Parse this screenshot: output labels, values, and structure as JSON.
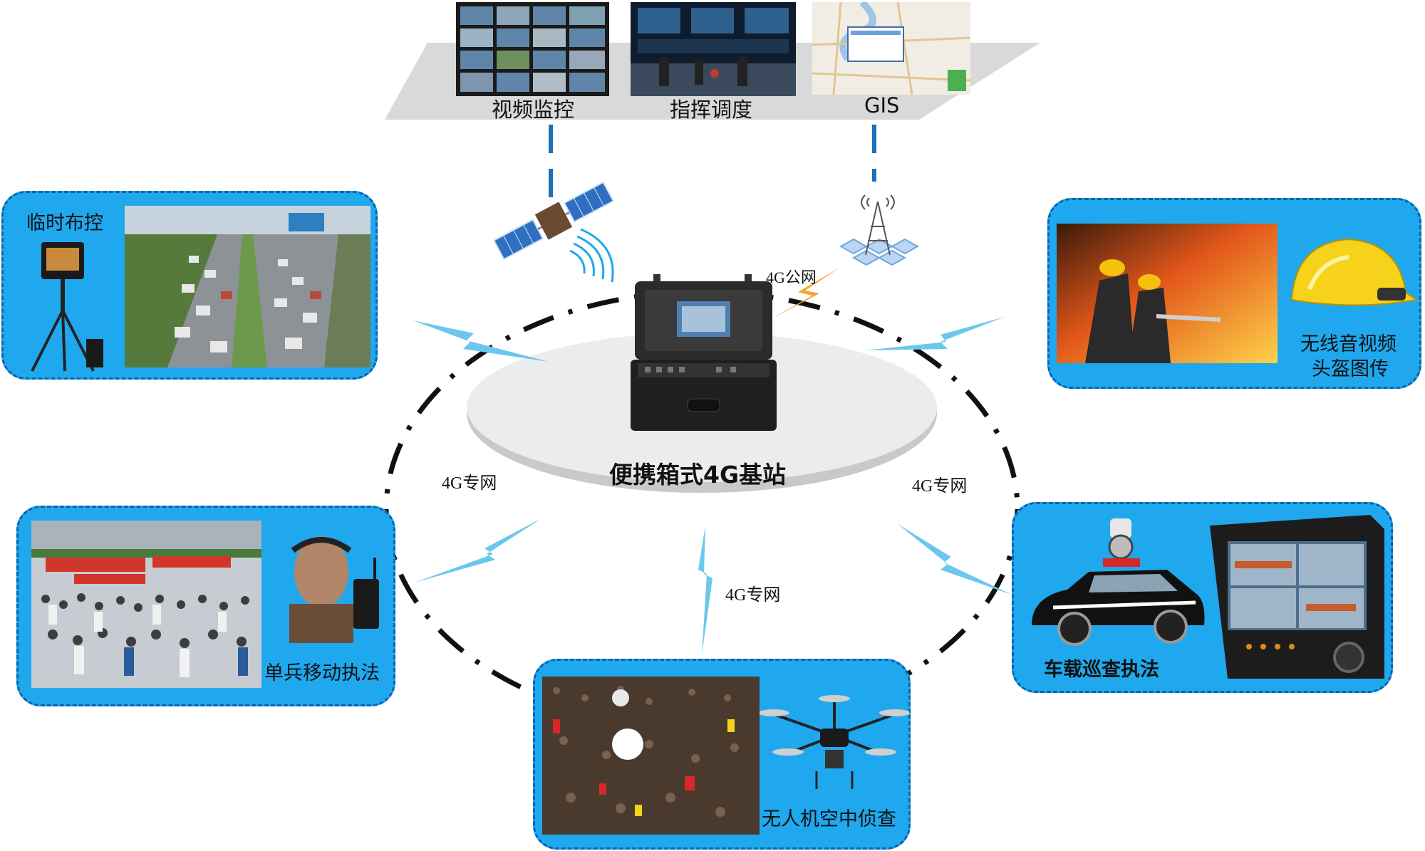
{
  "colors": {
    "panel_fill": "#1fa8ee",
    "panel_border": "#0a64b0",
    "platform_fill": "#d9d9d9",
    "link_blue": "#1e6fb8",
    "wireless_wave": "#6cc7ec",
    "public_bolt": "#f5a623",
    "text": "#111111"
  },
  "command_center": {
    "screens": [
      {
        "label": "视频监控",
        "icon": "video-wall-icon"
      },
      {
        "label": "指挥调度",
        "icon": "control-room-icon"
      },
      {
        "label": "GIS",
        "icon": "map-icon"
      }
    ]
  },
  "center": {
    "title": "便携箱式4G基站",
    "device_icon": "portable-base-station-icon",
    "satellite_icon": "satellite-icon",
    "tower_icon": "cell-tower-icon",
    "public_link_label": "4G公网"
  },
  "network_labels": {
    "left": "4G专网",
    "right": "4G专网",
    "bottom": "4G专网"
  },
  "units": {
    "temporary_control": {
      "label": "临时布控",
      "icons": [
        "tripod-camera-icon",
        "traffic-photo-icon"
      ]
    },
    "helmet_video": {
      "label_line1": "无线音视频",
      "label_line2": "头盔图传",
      "icons": [
        "firefighters-photo-icon",
        "helmet-icon"
      ]
    },
    "single_soldier": {
      "label": "单兵移动执法",
      "icons": [
        "crowd-photo-icon",
        "headset-camera-icon"
      ]
    },
    "vehicle_patrol": {
      "label": "车载巡查执法",
      "icons": [
        "police-car-icon",
        "vehicle-monitor-icon"
      ]
    },
    "drone": {
      "label": "无人机空中侦查",
      "icons": [
        "crowd-photo-icon",
        "drone-icon"
      ]
    }
  }
}
